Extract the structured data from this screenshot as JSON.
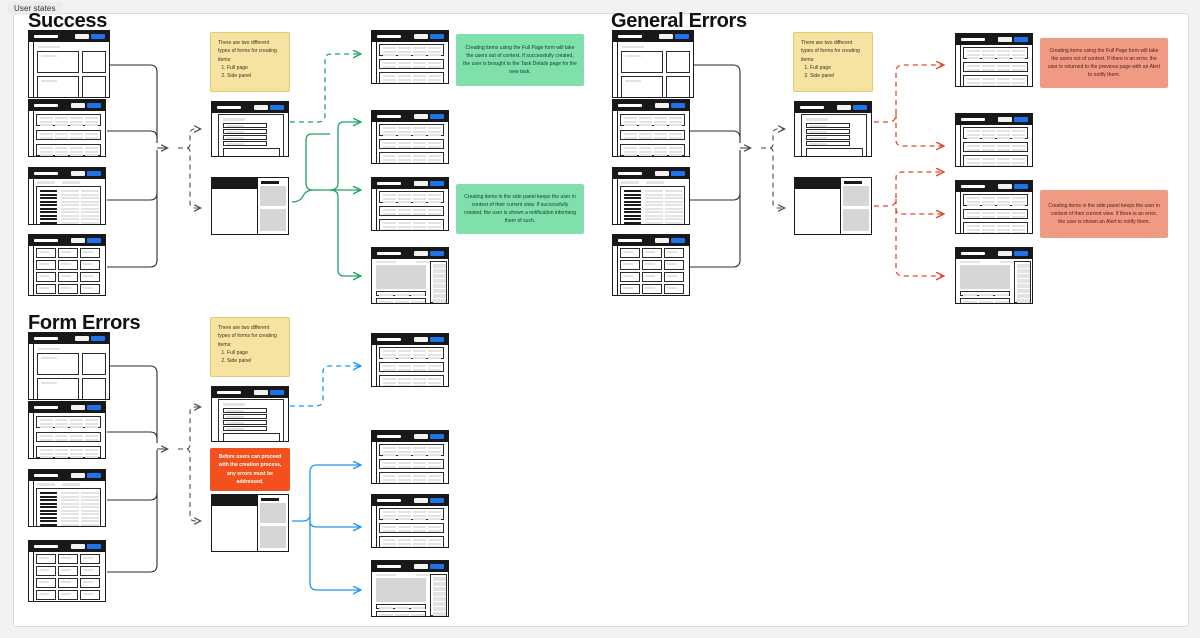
{
  "frame": {
    "label": "User states"
  },
  "sections": [
    {
      "id": "success",
      "title": "Success"
    },
    {
      "id": "general-errors",
      "title": "General Errors"
    },
    {
      "id": "form-errors",
      "title": "Form Errors"
    }
  ],
  "notes": {
    "forms_intro": {
      "kind": "yellow",
      "lead": "There are two different types of forms for creating items:",
      "items": [
        "Full page",
        "Side panel"
      ]
    },
    "success_full_page": {
      "kind": "green",
      "text": "Creating items using the Full Page form will take the users out of context. If successfully created, the user is brought to the Task Details page for the new task."
    },
    "success_side_panel": {
      "kind": "green",
      "text": "Creating items in the side panel keeps the user in context of their current view. If successfully created, the user is shown a notification informing them of such."
    },
    "error_full_page": {
      "kind": "red",
      "text": "Creating items using the Full Page form will take the users out of context. If there is an error, the user is returned to the previous page with an Alert to notify them."
    },
    "error_side_panel": {
      "kind": "red",
      "text": "Creating items in the side panel keeps the user in context of their current view. If there is an error, the user is shown an Alert to notify them."
    },
    "form_errors_block": {
      "kind": "orange",
      "text": "Before users can proceed with the creation process, any errors must be addressed."
    }
  },
  "screens": {
    "dashboard": "Dashboard screen wireframe",
    "list": "List view wireframe",
    "table": "Table view wireframe",
    "grid": "Card grid view wireframe",
    "full_page_form": "Full page form wireframe",
    "side_panel_form": "Side panel form wireframe",
    "result_list": "Result list wireframe",
    "task_details": "Task details page wireframe"
  },
  "colors": {
    "accent_blue": "#1f72e8",
    "note_yellow": "#f7e3a1",
    "note_green": "#7fe0ab",
    "note_red": "#f09a84",
    "note_orange": "#f4501e",
    "link_gray": "#4a4a4a",
    "link_green": "#1fa463",
    "link_red": "#e0492a",
    "link_blue": "#2196f3",
    "chrome_dark": "#18181a"
  }
}
